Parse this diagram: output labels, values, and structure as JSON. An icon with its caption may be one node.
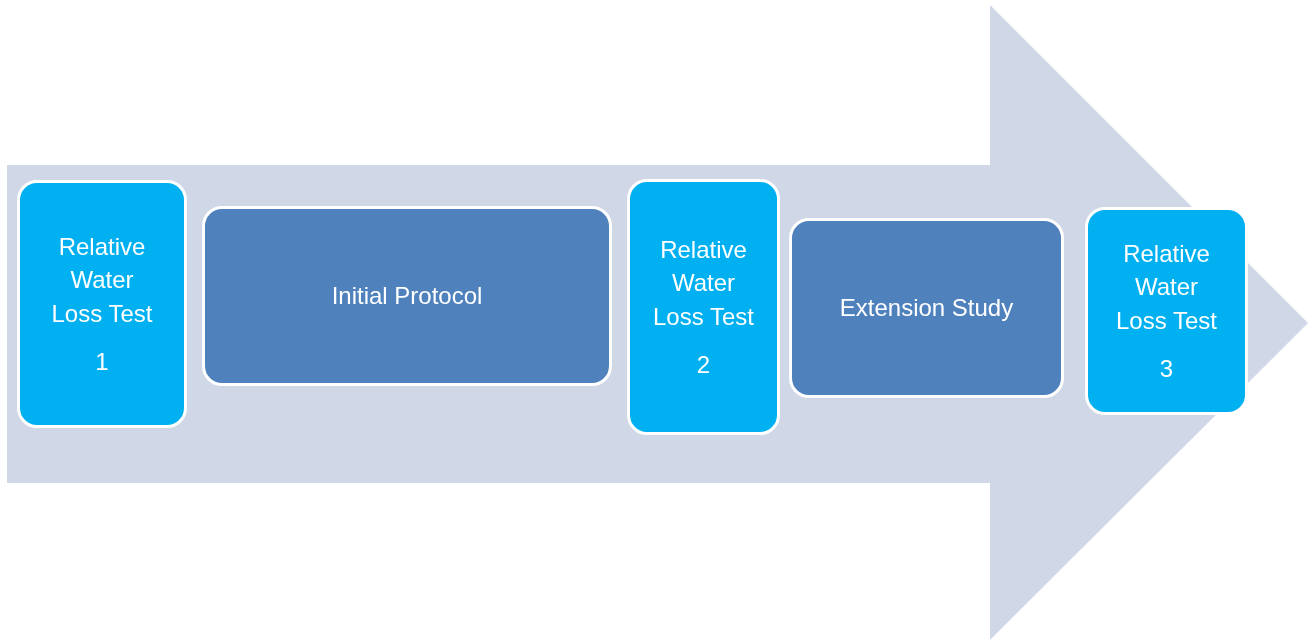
{
  "diagram": {
    "nodes": [
      {
        "text": [
          "Relative Water Loss Test",
          "1"
        ]
      },
      {
        "text": [
          "Initial Protocol"
        ]
      },
      {
        "text": [
          "Relative Water Loss Test",
          "2"
        ]
      },
      {
        "text": [
          "Extension Study"
        ]
      },
      {
        "text": [
          "Relative Water Loss Test",
          "3"
        ]
      }
    ]
  }
}
